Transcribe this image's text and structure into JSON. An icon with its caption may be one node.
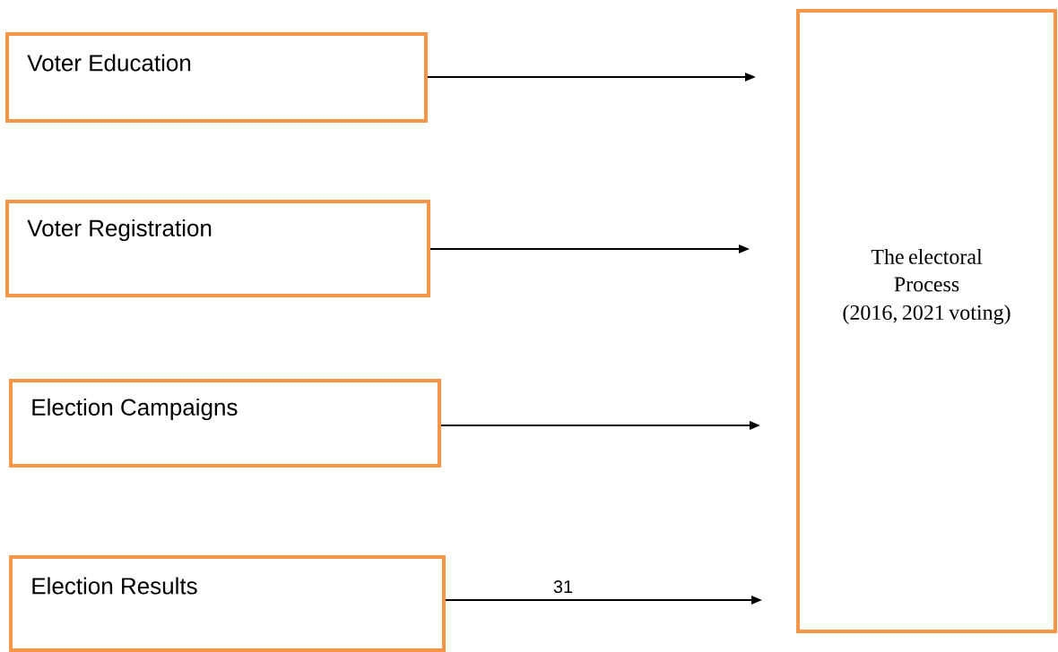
{
  "diagram": {
    "nodes": [
      {
        "text": [
          "Voter Education"
        ]
      },
      {
        "text": [
          "Voter Registration"
        ]
      },
      {
        "text": [
          "Election Campaigns"
        ]
      },
      {
        "text": [
          "Election Results"
        ]
      },
      {
        "text": [
          "The electoral Process",
          "(2016, 2021 voting)"
        ]
      }
    ],
    "edges": [
      {
        "from": 0,
        "to": 4,
        "arrow": "to"
      },
      {
        "from": 1,
        "to": 4,
        "arrow": "to"
      },
      {
        "from": 2,
        "to": 4,
        "arrow": "to"
      },
      {
        "from": 3,
        "to": 4,
        "arrow": "to"
      }
    ],
    "labels": [
      "31"
    ]
  }
}
